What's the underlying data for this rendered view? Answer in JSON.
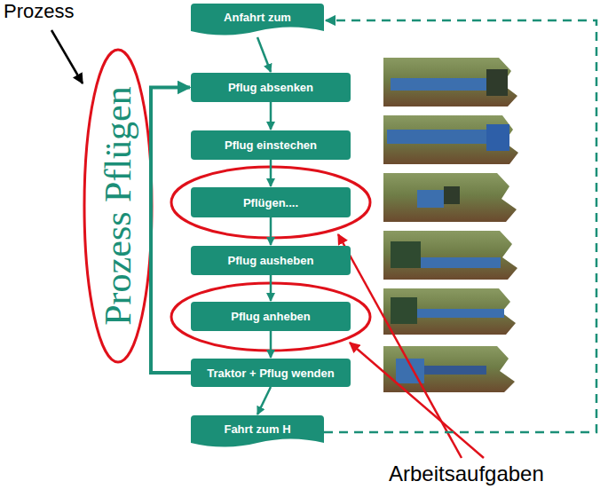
{
  "diagram": {
    "nodes": [
      {
        "text": [
          "Anfahrt zum"
        ]
      },
      {
        "text": [
          "Pflug absenken"
        ]
      },
      {
        "text": [
          "Pflug einstechen"
        ]
      },
      {
        "text": [
          "Pflügen...."
        ]
      },
      {
        "text": [
          "Pflug ausheben"
        ]
      },
      {
        "text": [
          "Pflug anheben"
        ]
      },
      {
        "text": [
          "Traktor + Pflug wenden"
        ]
      },
      {
        "text": [
          "Fahrt zum H"
        ]
      }
    ],
    "edges": [
      {
        "from": 0,
        "to": 1,
        "arrow": "to"
      },
      {
        "from": 1,
        "to": 2,
        "arrow": "to"
      },
      {
        "from": 2,
        "to": 3,
        "arrow": "to"
      },
      {
        "from": 3,
        "to": 4,
        "arrow": "to"
      },
      {
        "from": 4,
        "to": 5,
        "arrow": "to"
      },
      {
        "from": 5,
        "to": 6,
        "arrow": "to"
      },
      {
        "from": 6,
        "to": 7,
        "arrow": "to"
      },
      {
        "from": 6,
        "to": 1,
        "arrow": "to"
      },
      {
        "from": 7,
        "to": 0,
        "arrow": "to"
      }
    ],
    "labels": [
      "Prozess",
      "Prozess Pflügen",
      "Arbeitsaufgaben"
    ]
  }
}
